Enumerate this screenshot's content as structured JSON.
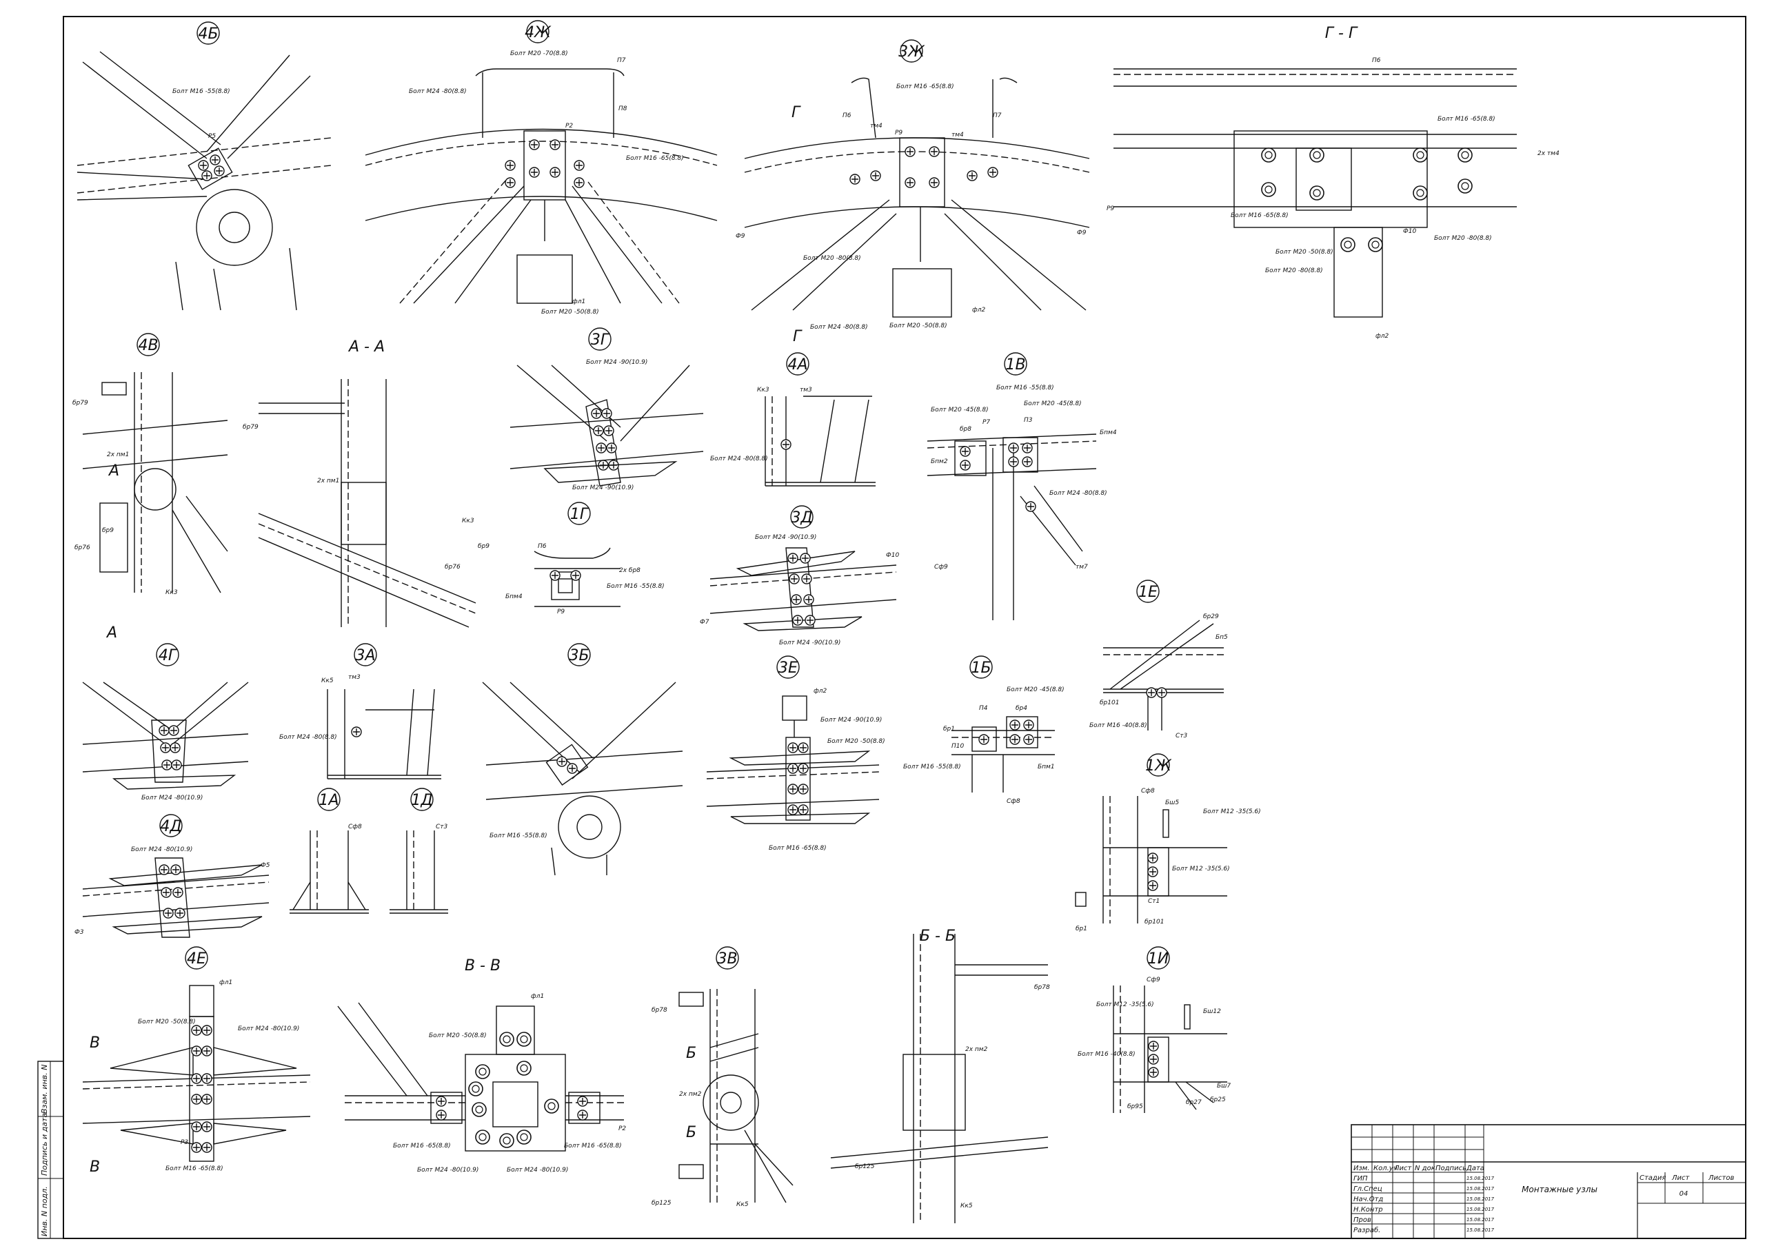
{
  "sheet": {
    "colors": {
      "ink": "#111111",
      "paper": "#ffffff"
    }
  },
  "details": [
    {
      "id": "4b",
      "title": "4Б",
      "labels": [
        "Болт М16 -55(8.8)",
        "Р5"
      ]
    },
    {
      "id": "4zh",
      "title": "4Ж",
      "labels": [
        "Болт М20 -70(8.8)",
        "П7",
        "П8",
        "Болт М24 -80(8.8)",
        "Р2",
        "Болт М16 -65(8.8)",
        "фл1",
        "Болт М20 -50(8.8)"
      ]
    },
    {
      "id": "3zh",
      "title": "3Ж",
      "labels": [
        "Болт М16 -65(8.8)",
        "П6",
        "тм4",
        "Р9",
        "тм4",
        "П7",
        "Ф9",
        "Ф9",
        "Болт М20 -80(8.8)",
        "Болт М24 -80(8.8)",
        "Болт М20 -50(8.8)",
        "фл2"
      ]
    },
    {
      "id": "gg",
      "title": "Г - Г",
      "labels": [
        "П6",
        "Болт М16 -65(8.8)",
        "2х тм4",
        "Р9",
        "Болт М16 -65(8.8)",
        "Ф10",
        "Болт М20 -50(8.8)",
        "Болт М20 -80(8.8)",
        "Болт М20 -80(8.8)",
        "фл2"
      ]
    },
    {
      "id": "4v",
      "title": "4В",
      "labels": [
        "бр79",
        "2х пм1",
        "бр9",
        "бр76",
        "Кк3"
      ]
    },
    {
      "id": "aa",
      "title": "А - А",
      "labels": [
        "бр79",
        "2х пм1",
        "Кк3",
        "бр76",
        "бр9"
      ]
    },
    {
      "id": "3g",
      "title": "3Г",
      "labels": [
        "Болт М24 -90(10.9)",
        "Болт М24 -90(10.9)"
      ]
    },
    {
      "id": "4a",
      "title": "4А",
      "labels": [
        "Кк3",
        "тм3",
        "Болт М24 -80(8.8)"
      ]
    },
    {
      "id": "1v",
      "title": "1В",
      "labels": [
        "Болт М16 -55(8.8)",
        "Болт М20 -45(8.8)",
        "Болт М20 -45(8.8)",
        "бр8",
        "Р7",
        "П3",
        "Бпм4",
        "Бпм2",
        "Болт М24 -80(8.8)",
        "Сф9",
        "тм7"
      ]
    },
    {
      "id": "1g",
      "title": "1Г",
      "labels": [
        "П6",
        "2х бр8",
        "Болт М16 -55(8.8)",
        "Бпм4",
        "Р9"
      ]
    },
    {
      "id": "3d",
      "title": "3Д",
      "labels": [
        "Болт М24 -90(10.9)",
        "Ф10",
        "Ф7",
        "Болт М24 -90(10.9)"
      ]
    },
    {
      "id": "1e",
      "title": "1Е",
      "labels": [
        "бр29",
        "Бп5",
        "бр101",
        "Болт М16 -40(8.8)",
        "Ст3"
      ]
    },
    {
      "id": "4g",
      "title": "4Г",
      "labels": [
        "Болт М24 -80(10.9)"
      ]
    },
    {
      "id": "3a",
      "title": "3А",
      "labels": [
        "Кк5",
        "тм3",
        "Болт М24 -80(8.8)"
      ]
    },
    {
      "id": "3b",
      "title": "3Б",
      "labels": [
        "Болт М16 -55(8.8)"
      ]
    },
    {
      "id": "3e",
      "title": "3Е",
      "labels": [
        "фл2",
        "Болт М24 -90(10.9)",
        "Болт М20 -50(8.8)",
        "Болт М16 -65(8.8)"
      ]
    },
    {
      "id": "1b",
      "title": "1Б",
      "labels": [
        "П4",
        "Болт М20 -45(8.8)",
        "бр1",
        "бр4",
        "П10",
        "Болт М16 -55(8.8)",
        "Бпм1",
        "Сф8"
      ]
    },
    {
      "id": "1zh",
      "title": "1Ж",
      "labels": [
        "Сф8",
        "Бш5",
        "Болт М12 -35(5.6)",
        "Болт М12 -35(5.6)",
        "Ст1",
        "бр1",
        "бр101"
      ]
    },
    {
      "id": "4d",
      "title": "4Д",
      "labels": [
        "Болт М24 -80(10.9)",
        "Ф5",
        "Ф3"
      ]
    },
    {
      "id": "1a",
      "title": "1А",
      "labels": [
        "Сф8"
      ]
    },
    {
      "id": "1d",
      "title": "1Д",
      "labels": [
        "Ст3"
      ]
    },
    {
      "id": "4e",
      "title": "4Е",
      "labels": [
        "фл1",
        "Болт М20 -50(8.8)",
        "Болт М24 -80(10.9)",
        "Р3",
        "Болт М16 -65(8.8)"
      ]
    },
    {
      "id": "vv",
      "title": "В - В",
      "labels": [
        "фл1",
        "Болт М20 -50(8.8)",
        "Р2",
        "Болт М16 -65(8.8)",
        "Болт М24 -80(10.9)",
        "Болт М24 -80(10.9)",
        "Болт М16 -65(8.8)"
      ]
    },
    {
      "id": "3v",
      "title": "3В",
      "labels": [
        "бр78",
        "2х пм2",
        "бр125",
        "Кк5"
      ]
    },
    {
      "id": "bb",
      "title": "Б - Б",
      "labels": [
        "бр78",
        "2х пм2",
        "бр125",
        "Кк5"
      ]
    },
    {
      "id": "1i",
      "title": "1И",
      "labels": [
        "Сф9",
        "Болт М12 -35(5.6)",
        "Бш12",
        "Болт М16 -40(8.8)",
        "Бш7",
        "бр95",
        "бр27",
        "бр25"
      ]
    }
  ],
  "cut_marks": {
    "g": "Г",
    "a": "А",
    "b": "Б",
    "v": "В"
  },
  "side_stamp": {
    "inv_podl": "Инв. N подл.",
    "podp_data": "Подпись и дата",
    "vzam_inv": "Взам. инв. N"
  },
  "stamp": {
    "headers": [
      "Изм.",
      "Кол.уч",
      "Лист",
      "N док.",
      "Подпись",
      "Дата"
    ],
    "roles": [
      {
        "role": "ГИП",
        "date": "15.08.2017"
      },
      {
        "role": "Гл.Спец",
        "date": "15.08.2017"
      },
      {
        "role": "Нач.Отд",
        "date": "15.08.2017"
      },
      {
        "role": "Н.Контр",
        "date": "15.08.2017"
      },
      {
        "role": "Пров.",
        "date": "15.08.2017"
      },
      {
        "role": "Разраб.",
        "date": "15.08.2017"
      }
    ],
    "title": "Монтажные узлы",
    "stage_label": "Стадия",
    "sheet_label": "Лист",
    "sheets_label": "Листов",
    "sheet_number": "04"
  }
}
